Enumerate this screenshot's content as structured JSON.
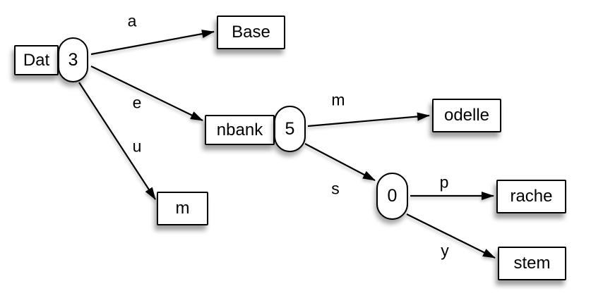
{
  "diagram": {
    "kind": "trie-graph",
    "background_color": "#ffffff",
    "node_fill_color": "#ffffff",
    "stroke_color": "#000000",
    "nodes": {
      "dat": {
        "label": "Dat",
        "shape": "box"
      },
      "dat_count": {
        "label": "3",
        "shape": "ellipse"
      },
      "base": {
        "label": "Base",
        "shape": "box"
      },
      "nbank": {
        "label": "nbank",
        "shape": "box"
      },
      "nbank_count": {
        "label": "5",
        "shape": "ellipse"
      },
      "m_leaf": {
        "label": "m",
        "shape": "box"
      },
      "odelle": {
        "label": "odelle",
        "shape": "box"
      },
      "zero": {
        "label": "0",
        "shape": "ellipse"
      },
      "rache": {
        "label": "rache",
        "shape": "box"
      },
      "stem": {
        "label": "stem",
        "shape": "box"
      }
    },
    "edges": {
      "a": {
        "label": "a",
        "from": "Dat 3",
        "to": "Base"
      },
      "e": {
        "label": "e",
        "from": "Dat 3",
        "to": "nbank 5"
      },
      "u": {
        "label": "u",
        "from": "Dat 3",
        "to": "m"
      },
      "m": {
        "label": "m",
        "from": "nbank 5",
        "to": "odelle"
      },
      "s": {
        "label": "s",
        "from": "nbank 5",
        "to": "0"
      },
      "p": {
        "label": "p",
        "from": "0",
        "to": "rache"
      },
      "y": {
        "label": "y",
        "from": "0",
        "to": "stem"
      }
    }
  }
}
